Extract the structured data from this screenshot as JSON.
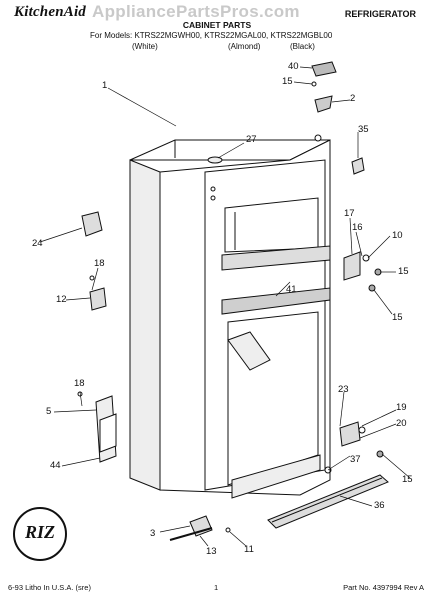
{
  "header": {
    "brand": "KitchenAid",
    "watermark": "AppliancePartsPros.com",
    "section": "REFRIGERATOR",
    "subtitle": "CABINET PARTS",
    "models": "For Models: KTRS22MGWH00, KTRS22MGAL00, KTRS22MGBL00",
    "color_white": "(White)",
    "color_almond": "(Almond)",
    "color_black": "(Black)"
  },
  "callouts": [
    "1",
    "40",
    "15",
    "2",
    "27",
    "35",
    "24",
    "17",
    "16",
    "10",
    "15",
    "18",
    "12",
    "41",
    "15",
    "18",
    "5",
    "44",
    "23",
    "19",
    "20",
    "37",
    "15",
    "3",
    "36",
    "13",
    "11"
  ],
  "footer": {
    "litho": "6-93 Litho In U.S.A. (sre)",
    "page": "1",
    "part_no": "Part No. 4397994 Rev A"
  },
  "logo_text": "RIZ"
}
